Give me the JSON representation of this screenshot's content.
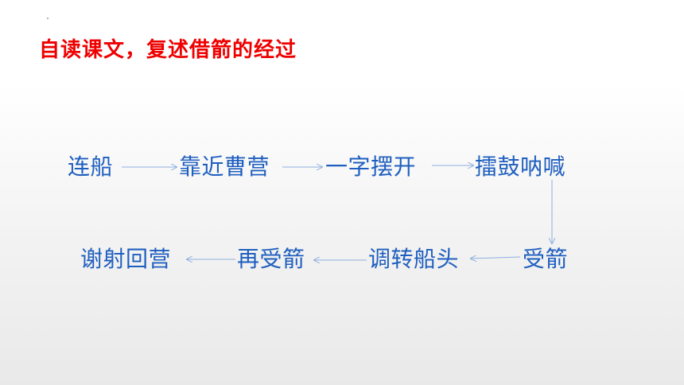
{
  "slide": {
    "title": "自读课文，复述借箭的经过"
  },
  "flow": {
    "row1": [
      "连船",
      "靠近曹营",
      "一字摆开",
      "擂鼓呐喊"
    ],
    "row2": [
      "受箭",
      "调转船头",
      "再受箭",
      "谢射回营"
    ]
  },
  "colors": {
    "title": "#ee0000",
    "node_text": "#1f5fbf",
    "arrow": "#8fb0e0"
  }
}
